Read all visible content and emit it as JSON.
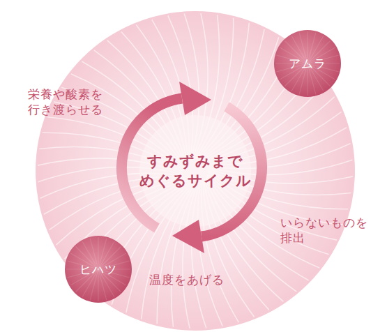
{
  "diagram": {
    "nodes": [
      {
        "text": [
          "すみずみまで めぐるサイクル"
        ]
      },
      {
        "text": [
          "アムラ"
        ]
      },
      {
        "text": [
          "ヒハツ"
        ]
      }
    ],
    "labels": [
      "栄養や酸素を 行き渡らせる",
      "いらないものを 排出",
      "温度をあげる"
    ]
  }
}
